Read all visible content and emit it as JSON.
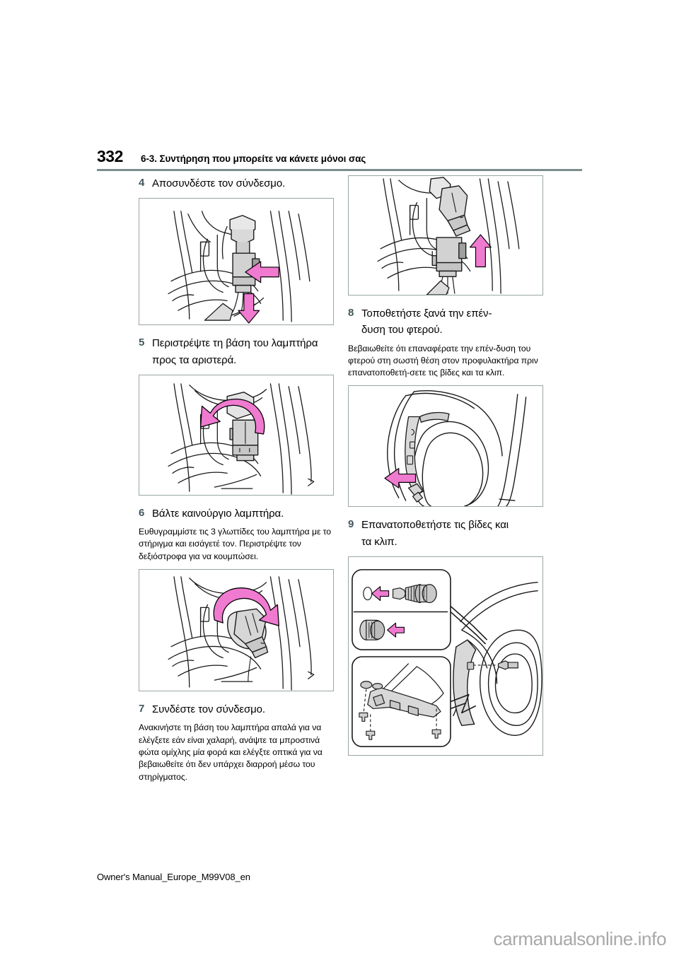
{
  "header": {
    "page_number": "332",
    "section_title": "6-3. Συντήρηση που μπορείτε να κάνετε μόνοι σας"
  },
  "footer": {
    "manual_id": "Owner's Manual_Europe_M99V08_en",
    "watermark": "carmanualsonline.info"
  },
  "colors": {
    "step_number": "#44575c",
    "rule": "#7a8c8c",
    "arrow_pink": "#f07ad0",
    "arrow_pink_stroke": "#000000",
    "part_fill": "#d4d4d4",
    "watermark": "#a8a8a8"
  },
  "left_column": {
    "steps": [
      {
        "number": "4",
        "title": "Αποσυνδέστε τον σύνδεσμο.",
        "figure": "connector-disconnect-figure",
        "body": ""
      },
      {
        "number": "5",
        "title": "Περιστρέψτε τη βάση του λαμπτήρα προς τα αριστερά.",
        "figure": "bulb-base-rotate-left-figure",
        "body": ""
      },
      {
        "number": "6",
        "title": "Βάλτε καινούργιο λαμπτήρα.",
        "figure": "bulb-insert-rotate-right-figure",
        "body": "Ευθυγραμμίστε τις 3 γλωττίδες του λαμπτήρα με το στήριγμα και εισάγετέ τον. Περιστρέψτε τον δεξιόστροφα για να κουμπώσει."
      },
      {
        "number": "7",
        "title": "Συνδέστε τον σύνδεσμο.",
        "figure": "",
        "body": "Ανακινήστε τη βάση του λαμπτήρα απαλά για να ελέγξετε εάν είναι χαλαρή, ανάψτε τα μπροστινά φώτα ομίχλης μία φορά και ελέγξτε οπτικά για να βεβαιωθείτε ότι δεν υπάρχει διαρροή μέσω του στηρίγματος."
      }
    ]
  },
  "right_column": {
    "top_figure": "connector-reconnect-figure",
    "steps": [
      {
        "number": "8",
        "title": "Τοποθετήστε ξανά την επέν-δυση του φτερού.",
        "title_line1": "Τοποθετήστε ξανά την επέν-",
        "title_line2": "δυση του φτερού.",
        "body": "Βεβαιωθείτε ότι επαναφέρατε την επέν-δυση του φτερού στη σωστή θέση στον προφυλακτήρα πριν επανατοποθετή-σετε τις βίδες και τα κλιπ.",
        "figure": "fender-liner-install-figure"
      },
      {
        "number": "9",
        "title": "Επανατοποθετήστε τις βίδες και τα κλιπ.",
        "title_line1": "Επανατοποθετήστε τις βίδες και",
        "title_line2": "τα κλιπ.",
        "body": "",
        "figure": "screws-clips-install-figure"
      }
    ]
  },
  "figures": {
    "connector-disconnect-figure": {
      "caption": "",
      "arrows": [
        "arrow-right-pink",
        "arrow-down-pink"
      ]
    },
    "bulb-base-rotate-left-figure": {
      "caption": "",
      "arrows": [
        "arrow-curved-counterclockwise-pink"
      ]
    },
    "bulb-insert-rotate-right-figure": {
      "caption": "",
      "arrows": [
        "arrow-curved-clockwise-pink"
      ]
    },
    "connector-reconnect-figure": {
      "caption": "",
      "arrows": [
        "arrow-up-pink"
      ]
    },
    "fender-liner-install-figure": {
      "caption": "",
      "arrows": [
        "arrow-left-pink"
      ]
    },
    "screws-clips-install-figure": {
      "caption": "",
      "arrows": [
        "arrow-left-pink-clip",
        "arrow-left-pink-screw"
      ]
    }
  }
}
